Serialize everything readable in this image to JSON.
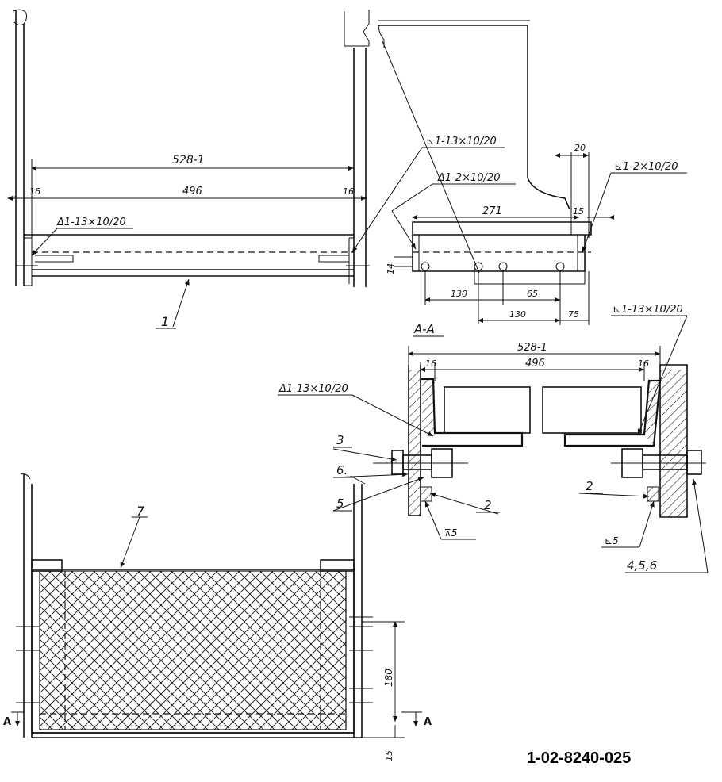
{
  "drawing_number": "1-02-8240-025",
  "section_label": "А-А",
  "section_marker": "A",
  "top_left": {
    "dim_overall": "528-1",
    "dim_inner": "496",
    "dim_left": "16",
    "dim_right": "16",
    "weld_left": "Δ1-13×10/20",
    "weld_top_a": "⊾1-13×10/20",
    "weld_top_b": "Δ1-2×10/20",
    "callout": "1"
  },
  "top_right": {
    "dim_top": "20",
    "dim_length": "271",
    "dim_15": "15",
    "dim_14": "14",
    "dim_130a": "130",
    "dim_65": "65",
    "dim_130b": "130",
    "dim_75": "75",
    "weld_right": "⊾1-2×10/20"
  },
  "section": {
    "dim_overall": "528-1",
    "dim_inner": "496",
    "dim_left": "16",
    "dim_right": "16",
    "weld_left": "Δ1-13×10/20",
    "weld_right": "⊾1-13×10/20",
    "callouts": [
      "3",
      "6.",
      "5",
      "2",
      "2",
      "4,5,6"
    ],
    "weld_small_left": "⊼5",
    "weld_small_right": "⊾5"
  },
  "bottom": {
    "callout": "7",
    "dim_180": "180",
    "dim_15": "15"
  }
}
